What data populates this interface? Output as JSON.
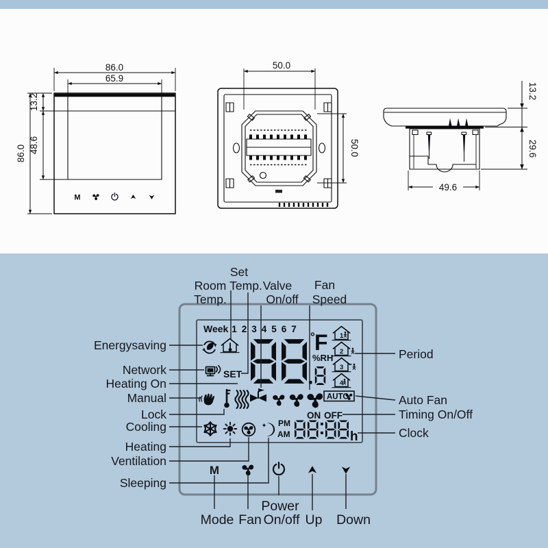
{
  "drawing": {
    "front_view": {
      "width": "86.0",
      "screen_width": "65.9",
      "height": "86.0",
      "bezel_top": "13.2",
      "screen_height": "48.6"
    },
    "back_view": {
      "mount_width": "50.0",
      "mount_height": "50.0"
    },
    "side_view": {
      "panel_thickness": "13.2",
      "box_depth": "29.6",
      "box_width": "49.6"
    }
  },
  "lcd": {
    "week_label": "Week",
    "week_days": [
      "1",
      "2",
      "3",
      "4",
      "5",
      "6",
      "7"
    ],
    "temp_value": "88",
    "degree_symbol": "°",
    "temp_unit": "F",
    "humidity_unit": "%RH",
    "humidity_digit": "8",
    "set_label": "SET",
    "auto_label": "AUTO",
    "on_label": "ON",
    "off_label": "OFF",
    "pm_label": "PM",
    "am_label": "AM",
    "clock_value": "88:88",
    "hour_unit": "h",
    "period_numbers": [
      "1",
      "2",
      "3",
      "4"
    ]
  },
  "buttons": {
    "mode_glyph": "M"
  },
  "callouts": {
    "top": [
      {
        "l1": "Room",
        "l2": "Temp."
      },
      {
        "l1": "Set",
        "l2": "Temp."
      },
      {
        "l1": "Valve",
        "l2": "On/off"
      },
      {
        "l1": "Fan",
        "l2": "Speed"
      }
    ],
    "left": [
      "Energysaving",
      "Network",
      "Heating On",
      "Manual",
      "Lock",
      "Cooling",
      "Heating",
      "Ventilation",
      "Sleeping"
    ],
    "right": [
      "Period",
      "Auto Fan",
      "Timing On/Off",
      "Clock"
    ],
    "bottom": [
      {
        "l1": "Mode"
      },
      {
        "l1": "Fan"
      },
      {
        "l1": "Power",
        "l2": "On/off"
      },
      {
        "l1": "Up"
      },
      {
        "l1": "Down"
      }
    ]
  },
  "icons": [
    "eco-leaf-icon",
    "home-thermometer-icon",
    "network-icon",
    "hand-manual-icon",
    "key-lock-icon",
    "heat-waves-icon",
    "valve-icon",
    "fan-speed-icons",
    "auto-fan-icon",
    "snowflake-icon",
    "sun-icon",
    "circled-fan-icon",
    "moon-icon",
    "period-house-icons",
    "m-button-icon",
    "fan-button-icon",
    "power-button-icon",
    "up-button-icon",
    "down-button-icon"
  ],
  "colors": {
    "top_band_blue": "#a9c3d8",
    "panel_blue": "#b3c9dc",
    "paper_white": "#fcfcfd",
    "ink": "#0c0c0c",
    "device_border_gray": "#75818d"
  }
}
